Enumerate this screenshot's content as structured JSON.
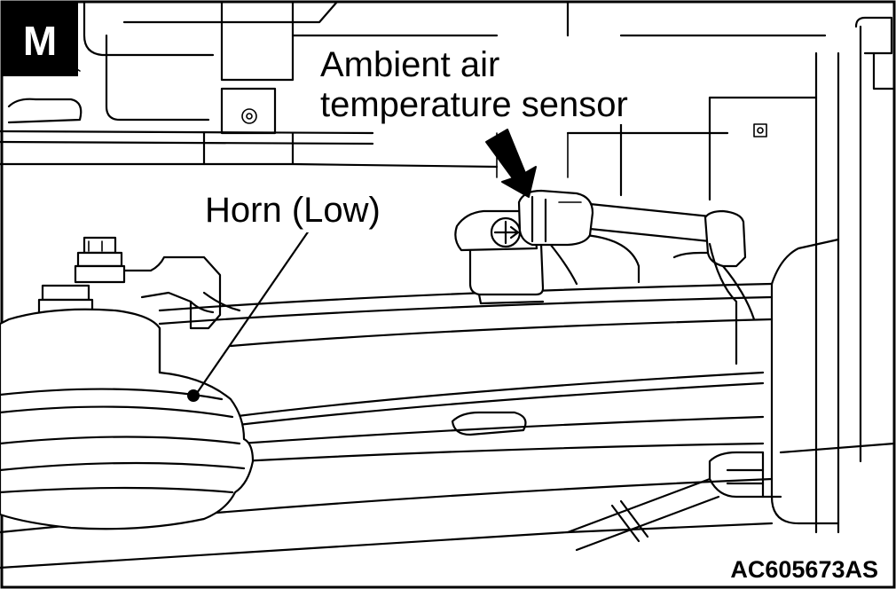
{
  "badge": {
    "letter": "M"
  },
  "labels": {
    "sensor_line1": "Ambient air",
    "sensor_line2": "temperature sensor",
    "horn": "Horn (Low)"
  },
  "figure_code": "AC605673AS"
}
